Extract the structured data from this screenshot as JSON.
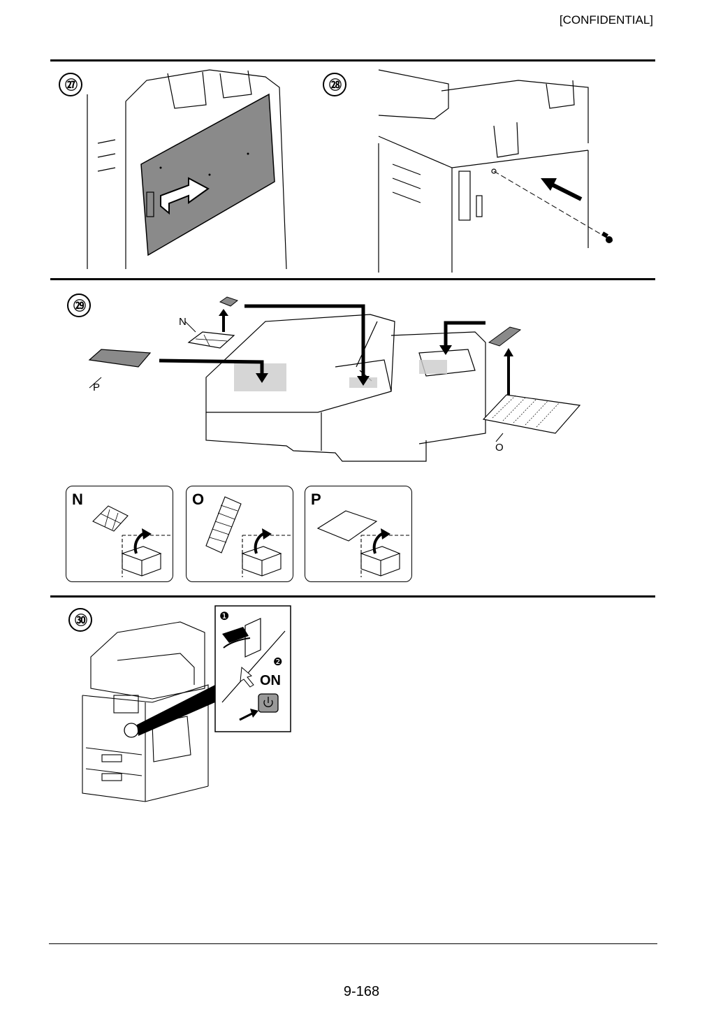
{
  "header": {
    "confidential": "[CONFIDENTIAL]"
  },
  "steps": {
    "s27": "㉗",
    "s28": "㉘",
    "s29": "㉙",
    "s30": "㉚"
  },
  "step29": {
    "label_n": "N",
    "label_o": "O",
    "label_p": "P",
    "cards": [
      "N",
      "O",
      "P"
    ]
  },
  "step30": {
    "on_label": "ON",
    "marker1": "❶",
    "marker2": "❷"
  },
  "footer": {
    "page_number": "9-168"
  }
}
